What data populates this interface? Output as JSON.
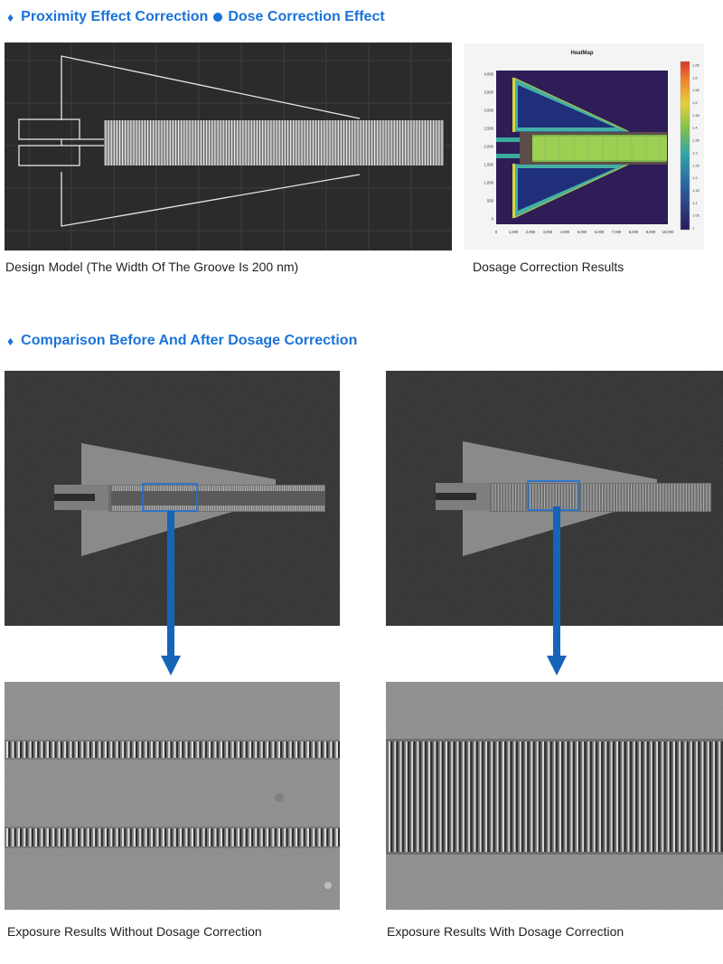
{
  "section1": {
    "bullet": "♦",
    "title_part1": "Proximity Effect Correction",
    "title_part2": "Dose Correction Effect"
  },
  "design_model": {
    "caption": "Design Model (The Width Of The Groove Is 200 nm)"
  },
  "heatmap": {
    "title": "HeatMap",
    "caption": "Dosage Correction Results",
    "y_ticks": [
      "4,000",
      "3,500",
      "3,000",
      "2,500",
      "2,000",
      "1,500",
      "1,000",
      "500",
      "0"
    ],
    "x_ticks": [
      "0",
      "1,000",
      "2,000",
      "3,000",
      "4,000",
      "5,000",
      "6,000",
      "7,000",
      "8,000",
      "9,000",
      "10,000"
    ],
    "colorbar_ticks": [
      "1.65",
      "1.6",
      "1.55",
      "1.5",
      "1.45",
      "1.4",
      "1.35",
      "1.3",
      "1.25",
      "1.2",
      "1.15",
      "1.1",
      "1.05",
      "1"
    ]
  },
  "section2": {
    "bullet": "♦",
    "title": "Comparison Before And After Dosage Correction"
  },
  "captions": {
    "without": "Exposure Results Without Dosage Correction",
    "with": "Exposure Results With Dosage Correction"
  },
  "colors": {
    "accent": "#1a73d9",
    "arrow": "#1564b8",
    "design_bg": "#2b2b2b",
    "sem_bg": "#2a2a2a"
  }
}
